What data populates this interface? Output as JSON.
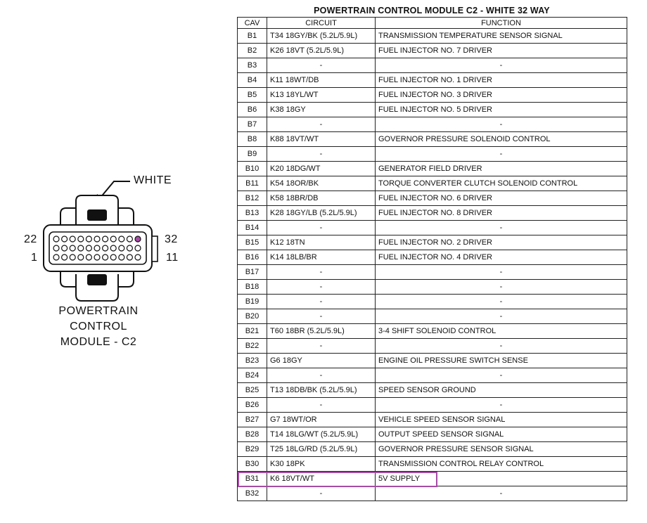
{
  "connector": {
    "label": "WHITE",
    "pin_top_left": "22",
    "pin_top_right": "32",
    "pin_bottom_left": "1",
    "pin_bottom_right": "11",
    "caption": [
      "POWERTRAIN",
      "CONTROL",
      "MODULE - C2"
    ],
    "highlight_color": "#a64ca6"
  },
  "table": {
    "title": "POWERTRAIN CONTROL MODULE C2 - WHITE 32 WAY",
    "headers": [
      "CAV",
      "CIRCUIT",
      "FUNCTION"
    ],
    "highlight_color": "#a64ca6",
    "rows": [
      {
        "cav": "B1",
        "circuit": "T34 18GY/BK (5.2L/5.9L)",
        "function": "TRANSMISSION TEMPERATURE SENSOR SIGNAL"
      },
      {
        "cav": "B2",
        "circuit": "K26 18VT (5.2L/5.9L)",
        "function": "FUEL INJECTOR NO. 7 DRIVER"
      },
      {
        "cav": "B3",
        "circuit": "-",
        "function": "-"
      },
      {
        "cav": "B4",
        "circuit": "K11 18WT/DB",
        "function": "FUEL INJECTOR NO. 1 DRIVER"
      },
      {
        "cav": "B5",
        "circuit": "K13 18YL/WT",
        "function": "FUEL INJECTOR NO. 3 DRIVER"
      },
      {
        "cav": "B6",
        "circuit": "K38 18GY",
        "function": "FUEL INJECTOR NO. 5 DRIVER"
      },
      {
        "cav": "B7",
        "circuit": "-",
        "function": "-"
      },
      {
        "cav": "B8",
        "circuit": "K88 18VT/WT",
        "function": "GOVERNOR PRESSURE SOLENOID CONTROL"
      },
      {
        "cav": "B9",
        "circuit": "-",
        "function": "-"
      },
      {
        "cav": "B10",
        "circuit": "K20 18DG/WT",
        "function": "GENERATOR FIELD DRIVER"
      },
      {
        "cav": "B11",
        "circuit": "K54 18OR/BK",
        "function": "TORQUE CONVERTER CLUTCH SOLENOID CONTROL"
      },
      {
        "cav": "B12",
        "circuit": "K58 18BR/DB",
        "function": "FUEL INJECTOR NO. 6 DRIVER"
      },
      {
        "cav": "B13",
        "circuit": "K28 18GY/LB (5.2L/5.9L)",
        "function": "FUEL INJECTOR NO. 8 DRIVER"
      },
      {
        "cav": "B14",
        "circuit": "-",
        "function": "-"
      },
      {
        "cav": "B15",
        "circuit": "K12 18TN",
        "function": "FUEL INJECTOR NO. 2 DRIVER"
      },
      {
        "cav": "B16",
        "circuit": "K14 18LB/BR",
        "function": "FUEL INJECTOR NO. 4 DRIVER"
      },
      {
        "cav": "B17",
        "circuit": "-",
        "function": "-"
      },
      {
        "cav": "B18",
        "circuit": "-",
        "function": "-"
      },
      {
        "cav": "B19",
        "circuit": "-",
        "function": "-"
      },
      {
        "cav": "B20",
        "circuit": "-",
        "function": "-"
      },
      {
        "cav": "B21",
        "circuit": "T60 18BR (5.2L/5.9L)",
        "function": "3-4 SHIFT SOLENOID CONTROL"
      },
      {
        "cav": "B22",
        "circuit": "-",
        "function": "-"
      },
      {
        "cav": "B23",
        "circuit": "G6 18GY",
        "function": "ENGINE OIL PRESSURE SWITCH SENSE"
      },
      {
        "cav": "B24",
        "circuit": "-",
        "function": "-"
      },
      {
        "cav": "B25",
        "circuit": "T13 18DB/BK (5.2L/5.9L)",
        "function": "SPEED SENSOR GROUND"
      },
      {
        "cav": "B26",
        "circuit": "-",
        "function": "-"
      },
      {
        "cav": "B27",
        "circuit": "G7 18WT/OR",
        "function": "VEHICLE SPEED SENSOR SIGNAL"
      },
      {
        "cav": "B28",
        "circuit": "T14 18LG/WT (5.2L/5.9L)",
        "function": "OUTPUT SPEED SENSOR SIGNAL"
      },
      {
        "cav": "B29",
        "circuit": "T25 18LG/RD (5.2L/5.9L)",
        "function": "GOVERNOR PRESSURE SENSOR SIGNAL"
      },
      {
        "cav": "B30",
        "circuit": "K30 18PK",
        "function": "TRANSMISSION CONTROL RELAY CONTROL"
      },
      {
        "cav": "B31",
        "circuit": "K6 18VT/WT",
        "function": "5V SUPPLY",
        "highlighted": true
      },
      {
        "cav": "B32",
        "circuit": "-",
        "function": "-"
      }
    ]
  }
}
